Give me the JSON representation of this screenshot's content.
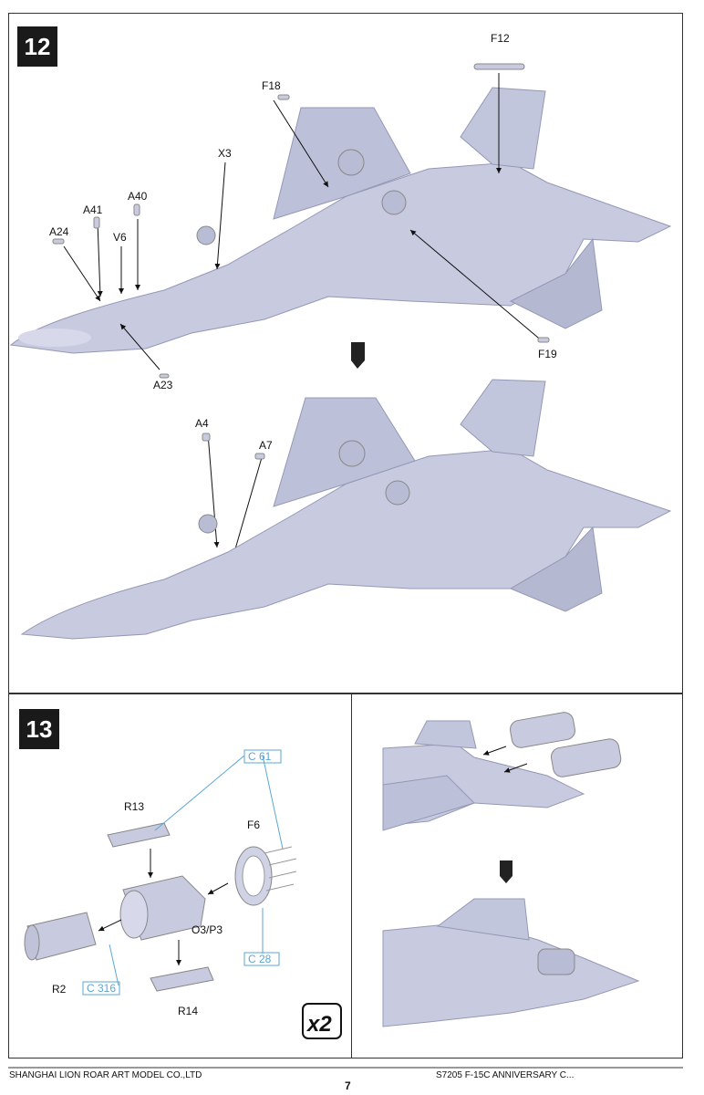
{
  "steps": {
    "step12": {
      "number": "12"
    },
    "step13": {
      "number": "13"
    }
  },
  "parts12": {
    "f12": "F12",
    "f18": "F18",
    "x3": "X3",
    "a40": "A40",
    "a41": "A41",
    "v6": "V6",
    "a24": "A24",
    "a23": "A23",
    "f19": "F19",
    "a4": "A4",
    "a7": "A7"
  },
  "parts13": {
    "c61": "C 61",
    "r13": "R13",
    "f6": "F6",
    "o3p3": "O3/P3",
    "r2": "R2",
    "c316": "C 316",
    "r14": "R14",
    "c28": "C 28",
    "multiplier": "x2"
  },
  "footer": {
    "company": "SHANGHAI LION ROAR ART MODEL CO.,LTD",
    "page": "7",
    "product": "S7205 F-15C ANNIVERSARY C..."
  },
  "colors": {
    "aircraft": "#c8cbe0",
    "aircraft_shadow": "#a9adc7",
    "callout_blue": "#5aa7d6",
    "badge": "#1a1a1a"
  }
}
